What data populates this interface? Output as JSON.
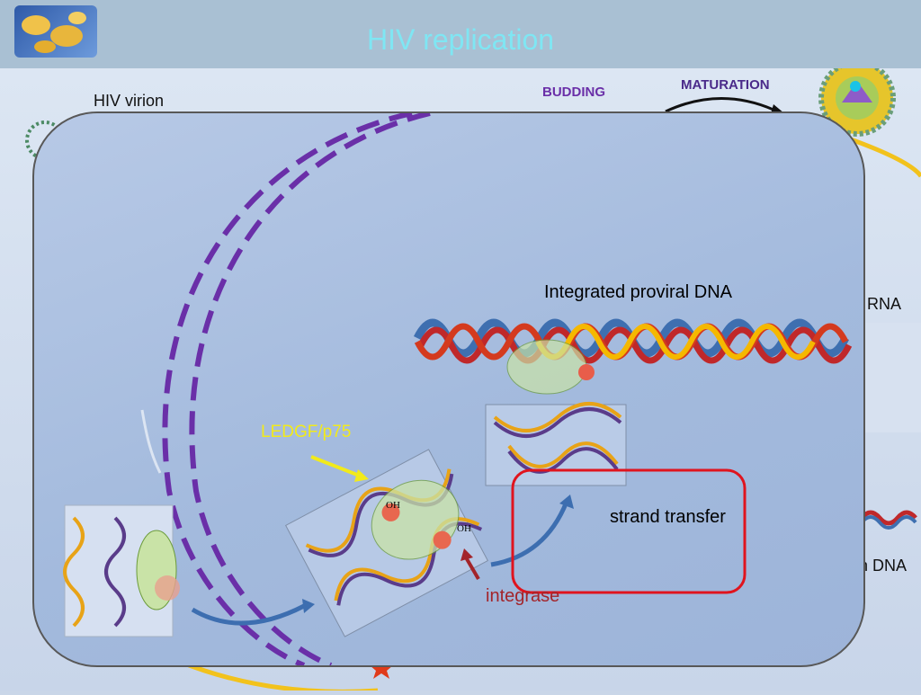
{
  "slide": {
    "title": "HIV replication"
  },
  "background": {
    "hiv_virion": "HIV virion",
    "budding": "BUDDING",
    "maturation": "MATURATION",
    "rna_label_fragment": "l RNA",
    "dna_label_fragment": "n DNA"
  },
  "panel": {
    "integrated_dna": "Integrated proviral DNA",
    "ledgf": "LEDGF/p75",
    "strand_transfer": "strand transfer",
    "integrase": "integrase",
    "oh_left": "OH",
    "oh_right": "OH"
  },
  "colors": {
    "title": "#7fe6f3",
    "header": "#a9c0d3",
    "membrane": "#6a2fa8",
    "ledgf": "#f2ea1a",
    "integrase": "#a3242a",
    "highlight_box": "#e0141e",
    "budding": "#6a2fa8",
    "maturation": "#4a2a8a"
  }
}
